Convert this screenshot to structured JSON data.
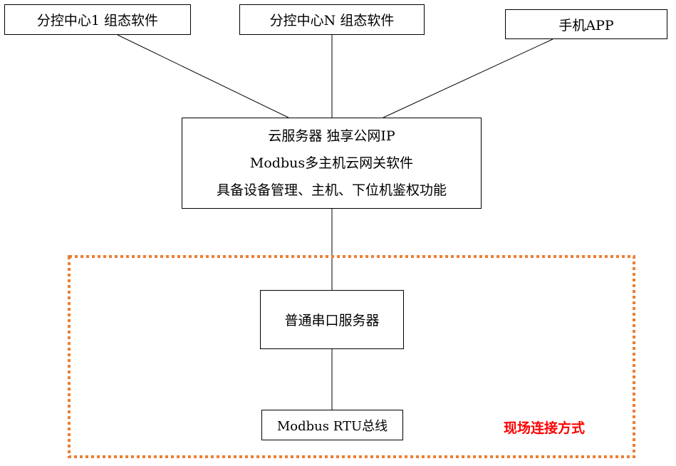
{
  "nodes": {
    "center1": "分控中心1 组态软件",
    "centerN": "分控中心N 组态软件",
    "app": "手机APP",
    "cloud": {
      "line1": "云服务器 独享公网IP",
      "line2": "Modbus多主机云网关软件",
      "line3": "具备设备管理、主机、下位机鉴权功能"
    },
    "serial_server": "普通串口服务器",
    "bus": "Modbus RTU总线"
  },
  "field_region": {
    "label": "现场连接方式"
  },
  "colors": {
    "line": "#000000",
    "box_border": "#000000",
    "dashed_border": "#ed7d31",
    "field_label": "#ff0000"
  }
}
